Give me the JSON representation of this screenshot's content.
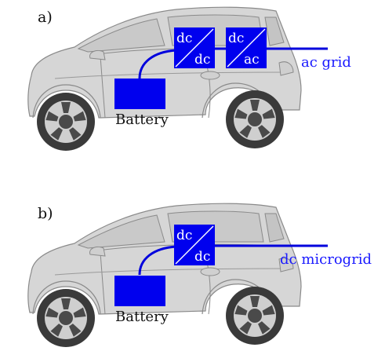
{
  "colors": {
    "car_body": "#d6d6d6",
    "car_outline": "#8a8a8a",
    "tire": "#3a3a3a",
    "rim": "#cfcfcf",
    "component_blue": "#0000ee",
    "wire_blue": "#0000dd",
    "label_blue": "#1a1aff",
    "text": "#111111"
  },
  "diagram_a": {
    "panel_label": "a)",
    "battery_label": "Battery",
    "dcdc_converter": {
      "input": "dc",
      "output": "dc"
    },
    "dcac_converter": {
      "input": "dc",
      "output": "ac"
    },
    "grid_label": "ac grid"
  },
  "diagram_b": {
    "panel_label": "b)",
    "battery_label": "Battery",
    "dcdc_converter": {
      "input": "dc",
      "output": "dc"
    },
    "grid_label": "dc microgrid"
  }
}
